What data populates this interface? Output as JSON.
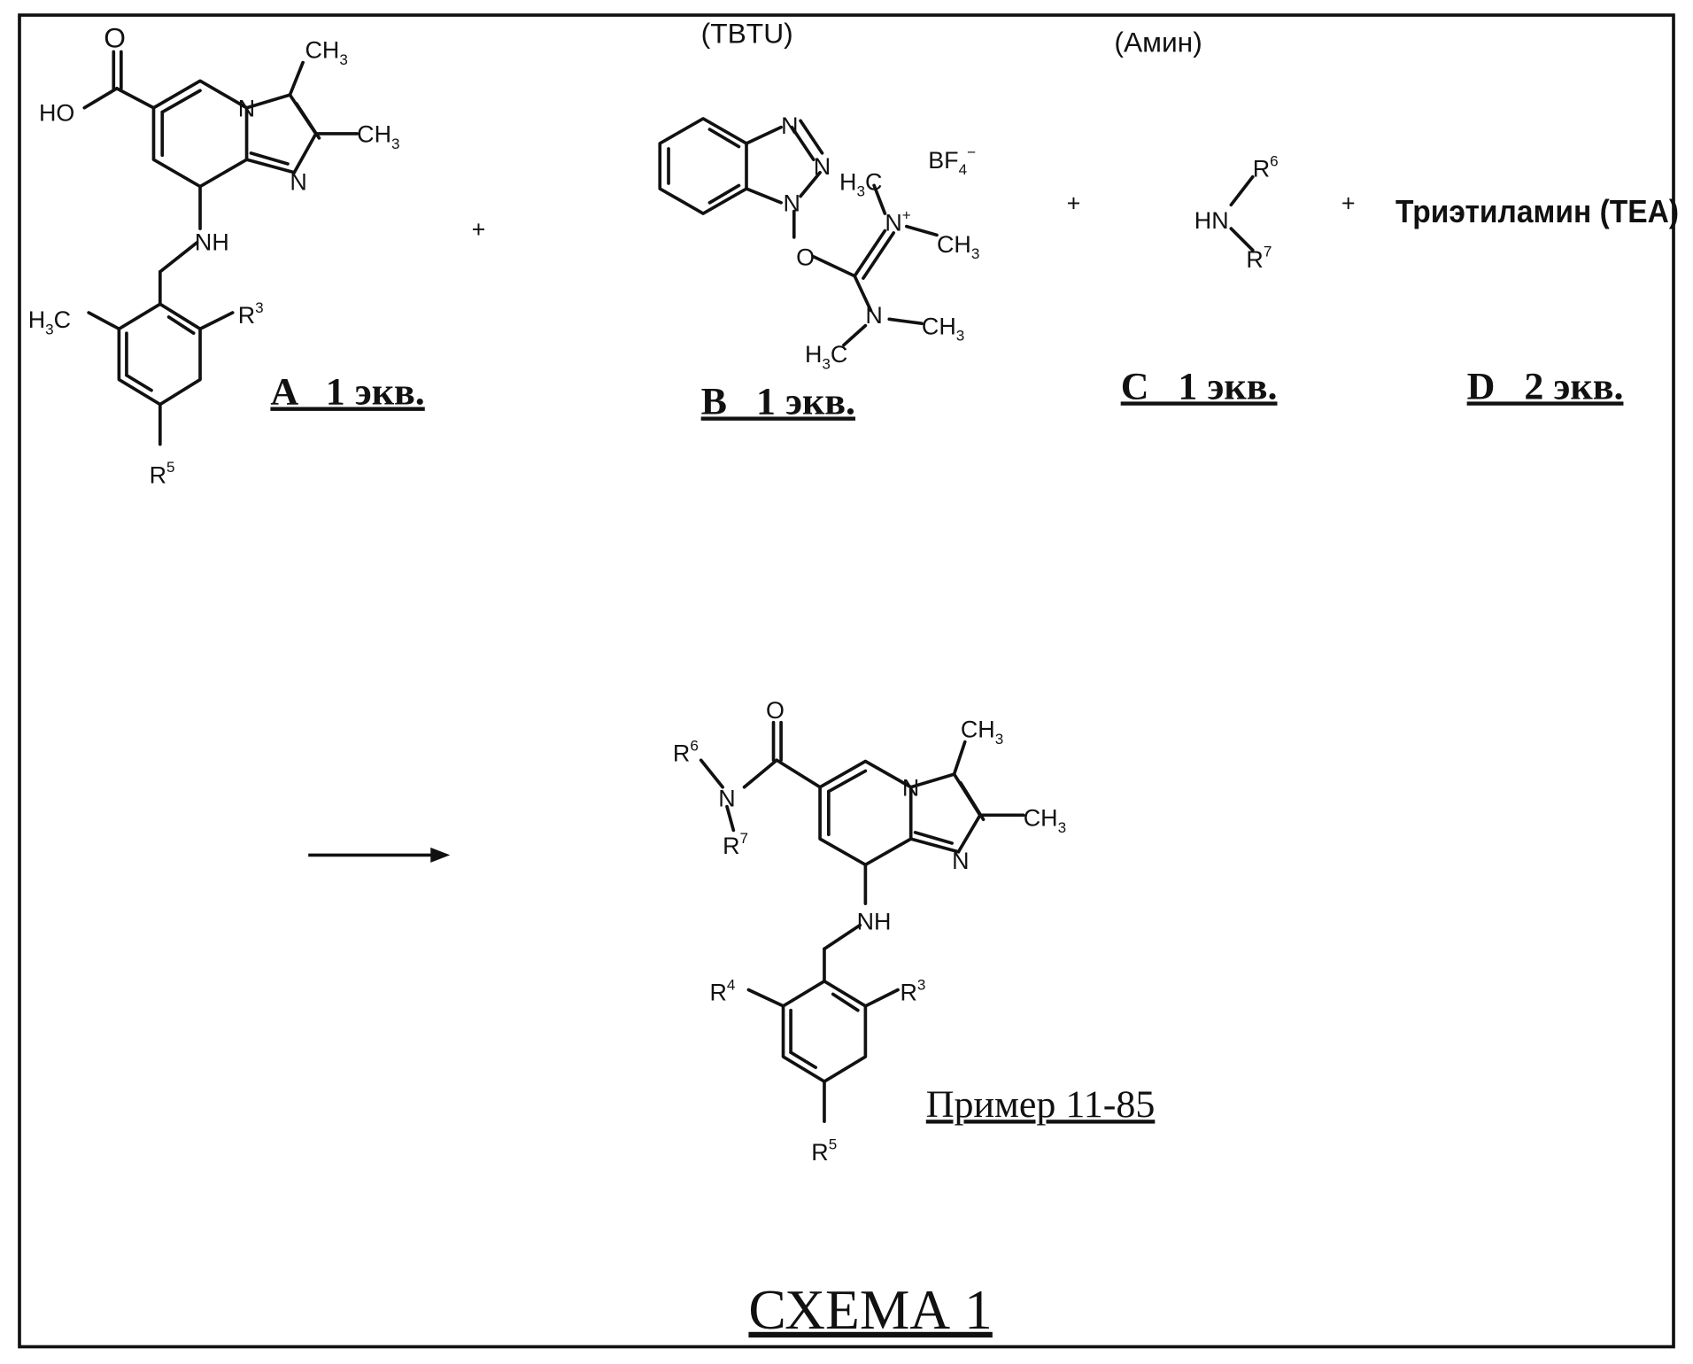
{
  "scheme": {
    "title": "СХЕМА 1",
    "reagents": [
      {
        "id": "A",
        "equiv_label": "A   1 экв."
      },
      {
        "id": "B",
        "name_label": "(TBTU)",
        "equiv_label": "B   1 экв."
      },
      {
        "id": "C",
        "name_label": "(Амин)",
        "equiv_label": "C   1 экв."
      },
      {
        "id": "D",
        "name_label": "Триэтиламин (TEA)",
        "equiv_label": "D   2 экв."
      }
    ],
    "plus_sign": "+",
    "product_label": "Пример 11-85"
  },
  "atoms": {
    "HO": "HO",
    "O": "O",
    "N": "N",
    "NH": "NH",
    "HN": "HN",
    "CH": "CH",
    "H": "H",
    "C": "C",
    "R": "R",
    "BF": "BF",
    "sub3": "3",
    "sub4": "4",
    "sup3": "3",
    "sup4": "4",
    "sup5": "5",
    "sup6": "6",
    "sup7": "7",
    "plus_charge": "+",
    "minus_charge": "−"
  },
  "colors": {
    "ink": "#111111",
    "frame": "#111111",
    "background": "#ffffff"
  }
}
